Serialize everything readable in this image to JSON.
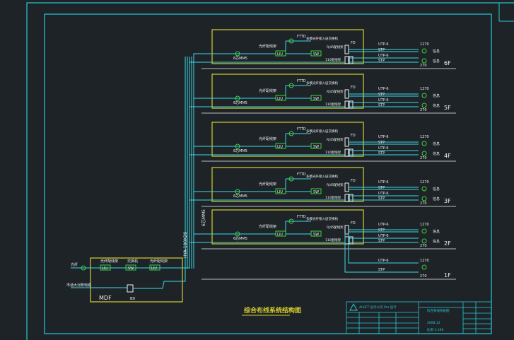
{
  "title": "综合布线系统结构图",
  "colors": {
    "background": "#1e2328",
    "frame": "#26c9d4",
    "box": "#d6cf2e",
    "line": "#39d8e6",
    "green": "#3bd43b",
    "white": "#f0f0f0"
  },
  "floors": [
    {
      "floor_label": "6F",
      "fiber_label": "6芯MM5",
      "fiber_panel": "光纤配线架",
      "lu": "LIU",
      "sw": "SW",
      "fttd": "FTTD",
      "fttd_note": "多模光纤接入层交换机",
      "hub": "RJ45配线架",
      "cabinet": "FD",
      "panel_bottom": "110配线架",
      "utp_top": "UTP-6",
      "utp_mid": "STP",
      "utp_low": "UTP-6",
      "utp_bottom": "STP",
      "outlet_top": "1270",
      "outlet_bottom": "270",
      "outlet_info": "信息"
    },
    {
      "floor_label": "5F",
      "fiber_label": "6芯MM5",
      "fiber_panel": "光纤配线架",
      "lu": "LIU",
      "sw": "SW",
      "fttd": "FTTD",
      "fttd_note": "多模光纤接入层交换机",
      "hub": "RJ45配线架",
      "cabinet": "FD",
      "panel_bottom": "110配线架",
      "utp_top": "UTP-6",
      "utp_mid": "STP",
      "utp_low": "UTP-6",
      "utp_bottom": "STP",
      "outlet_top": "1270",
      "outlet_bottom": "270",
      "outlet_info": "信息"
    },
    {
      "floor_label": "4F",
      "fiber_label": "6芯MM5",
      "fiber_panel": "光纤配线架",
      "lu": "LIU",
      "sw": "SW",
      "fttd": "FTTD",
      "fttd_note": "多模光纤接入层交换机",
      "hub": "RJ45配线架",
      "cabinet": "FD",
      "panel_bottom": "110配线架",
      "utp_top": "UTP-6",
      "utp_mid": "STP",
      "utp_low": "UTP-6",
      "utp_bottom": "STP",
      "outlet_top": "1270",
      "outlet_bottom": "270",
      "outlet_info": "信息"
    },
    {
      "floor_label": "3F",
      "fiber_label": "6芯MM5",
      "fiber_panel": "光纤配线架",
      "lu": "LIU",
      "sw": "SW",
      "fttd": "FTTD",
      "fttd_note": "多模光纤接入层交换机",
      "hub": "RJ45配线架",
      "cabinet": "FD",
      "panel_bottom": "110配线架",
      "utp_top": "UTP-6",
      "utp_mid": "STP",
      "utp_low": "UTP-6",
      "utp_bottom": "STP",
      "outlet_top": "1270",
      "outlet_bottom": "270",
      "outlet_info": "信息"
    },
    {
      "floor_label": "2F",
      "fiber_label": "6芯MM5",
      "fiber_panel": "光纤配线架",
      "lu": "LIU",
      "sw": "SW",
      "fttd": "FTTD",
      "fttd_note": "多模光纤接入层交换机",
      "hub": "RJ45配线架",
      "cabinet": "FD",
      "panel_bottom": "110配线架",
      "utp_top": "UTP-6",
      "utp_mid": "STP",
      "utp_low": "UTP-6",
      "utp_bottom": "STP",
      "outlet_top": "1270",
      "outlet_bottom": "270",
      "outlet_info": "信息"
    }
  ],
  "floor1": {
    "floor_label": "1F",
    "utp_top": "UTP-6",
    "utp_bottom": "STP",
    "outlet_top": "1270",
    "outlet_bottom": "270"
  },
  "mdf": {
    "label": "MDF",
    "fiber_in": "光纤",
    "phone_in": "市话大对数电缆",
    "fiber_panel": "光纤配线架",
    "core_switch": "交换机",
    "fiber_panel2": "光纤配线架",
    "lu": "LIU",
    "sw": "SW",
    "lu2": "LIU",
    "bd": "BD"
  },
  "riser_labels": [
    "6芯MM5",
    "HYA-100X20"
  ],
  "title_block": {
    "company": "ALOFT 设计公司 Pro 设计",
    "drawing_name": "综合布线系统图",
    "scale": "比例 1:100",
    "date": "2008.12"
  }
}
